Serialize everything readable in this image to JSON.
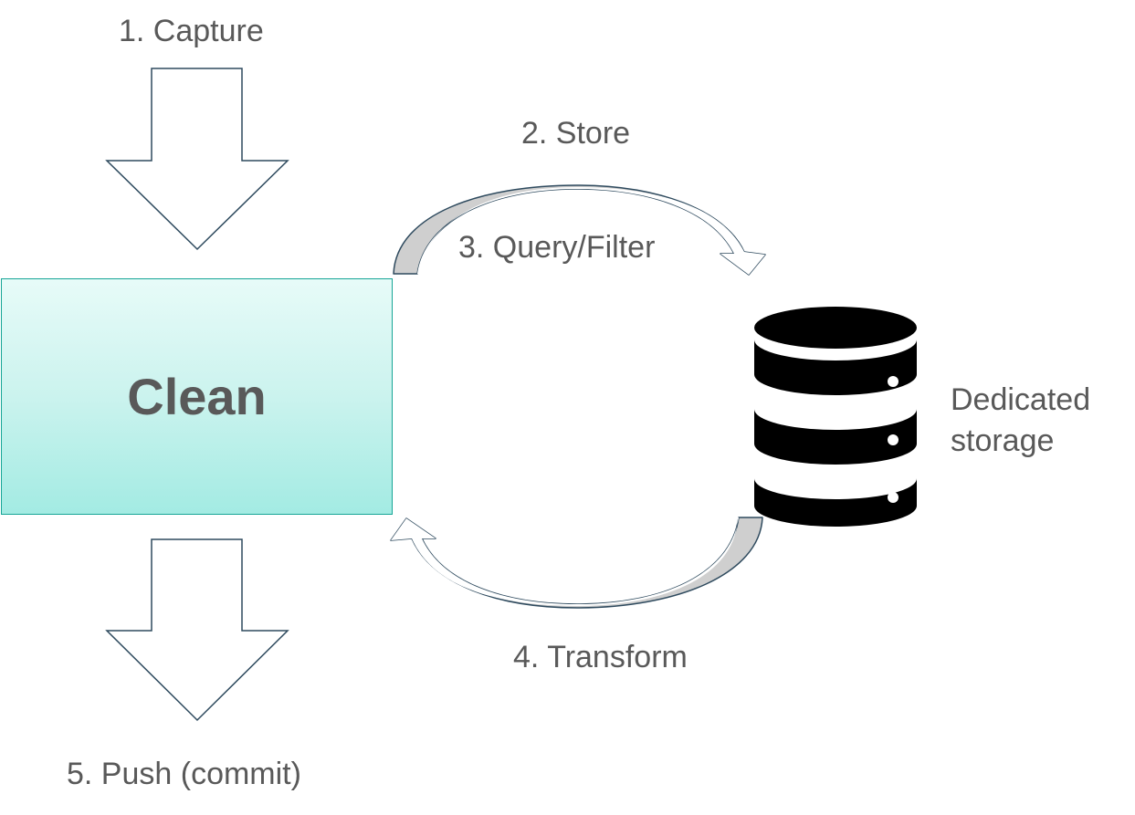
{
  "diagram": {
    "steps": {
      "capture": "1. Capture",
      "store": "2. Store",
      "query_filter": "3. Query/Filter",
      "transform": "4. Transform",
      "push": "5. Push (commit)"
    },
    "clean_box_title": "Clean",
    "storage_label": "Dedicated\nstorage"
  },
  "colors": {
    "arrow_stroke": "#2e4a5e",
    "curved_arrow_fill": "#cfcfcf",
    "box_border": "#16a596",
    "box_gradient_top": "#e7fbf8",
    "box_gradient_bottom": "#a3ebe3",
    "text": "#595959",
    "database": "#000000"
  },
  "icons": {
    "storage": "database-icon"
  }
}
